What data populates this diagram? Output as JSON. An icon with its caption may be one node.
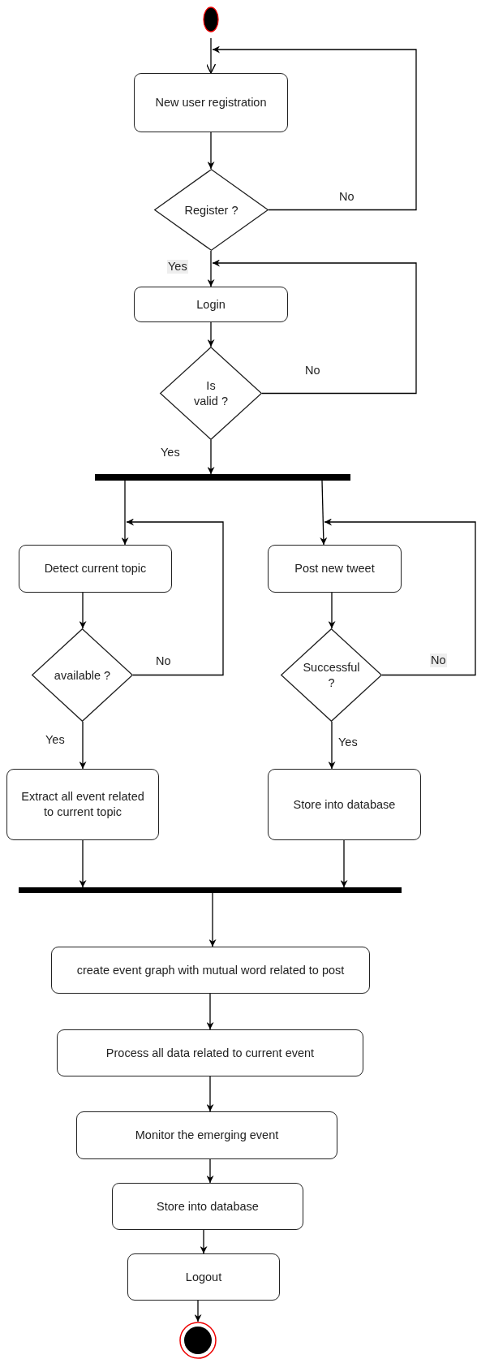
{
  "diagram": {
    "nodes": [
      {
        "text": [],
        "shape": "circle"
      },
      {
        "text": [
          "New user registration"
        ]
      },
      {
        "text": [
          "Register ?"
        ]
      },
      {
        "text": [
          "Login"
        ]
      },
      {
        "text": [
          "Is valid ?"
        ]
      },
      {
        "text": [],
        "shape": "bar"
      },
      {
        "text": [
          "Detect current topic"
        ]
      },
      {
        "text": [
          "Post new tweet"
        ]
      },
      {
        "text": [
          "available ?"
        ]
      },
      {
        "text": [
          "Successful ?"
        ]
      },
      {
        "text": [
          "Extract all event related to current topic"
        ]
      },
      {
        "text": [
          "Store into database"
        ]
      },
      {
        "text": [],
        "shape": "bar"
      },
      {
        "text": [
          "create event graph with mutual word related to post"
        ]
      },
      {
        "text": [
          "Process all data related to current event"
        ]
      },
      {
        "text": [
          "Monitor the emerging event"
        ]
      },
      {
        "text": [
          "Store into database"
        ]
      },
      {
        "text": [
          "Logout"
        ]
      },
      {
        "text": [],
        "shape": "circle"
      }
    ],
    "edges": [
      {
        "from": 0,
        "to": 1,
        "arrow": "to"
      },
      {
        "from": 1,
        "to": 2,
        "arrow": "to"
      },
      {
        "from": 2,
        "to": 1,
        "arrow": "to",
        "label": "No"
      },
      {
        "from": 2,
        "to": 3,
        "arrow": "to",
        "label": "Yes"
      },
      {
        "from": 3,
        "to": 4,
        "arrow": "to"
      },
      {
        "from": 4,
        "to": 3,
        "arrow": "to",
        "label": "No"
      },
      {
        "from": 4,
        "to": 5,
        "arrow": "to",
        "label": "Yes"
      },
      {
        "from": 5,
        "to": 6,
        "arrow": "to"
      },
      {
        "from": 5,
        "to": 7,
        "arrow": "to"
      },
      {
        "from": 6,
        "to": 8,
        "arrow": "to"
      },
      {
        "from": 8,
        "to": 6,
        "arrow": "to",
        "label": "No"
      },
      {
        "from": 8,
        "to": 10,
        "arrow": "to",
        "label": "Yes"
      },
      {
        "from": 7,
        "to": 9,
        "arrow": "to"
      },
      {
        "from": 9,
        "to": 7,
        "arrow": "to",
        "label": "No"
      },
      {
        "from": 9,
        "to": 11,
        "arrow": "to",
        "label": "Yes"
      },
      {
        "from": 10,
        "to": 12,
        "arrow": "to"
      },
      {
        "from": 11,
        "to": 12,
        "arrow": "to"
      },
      {
        "from": 12,
        "to": 13,
        "arrow": "to"
      },
      {
        "from": 13,
        "to": 14,
        "arrow": "to"
      },
      {
        "from": 14,
        "to": 15,
        "arrow": "to"
      },
      {
        "from": 15,
        "to": 16,
        "arrow": "to"
      },
      {
        "from": 16,
        "to": 17,
        "arrow": "to"
      },
      {
        "from": 17,
        "to": 18,
        "arrow": "to"
      }
    ]
  }
}
